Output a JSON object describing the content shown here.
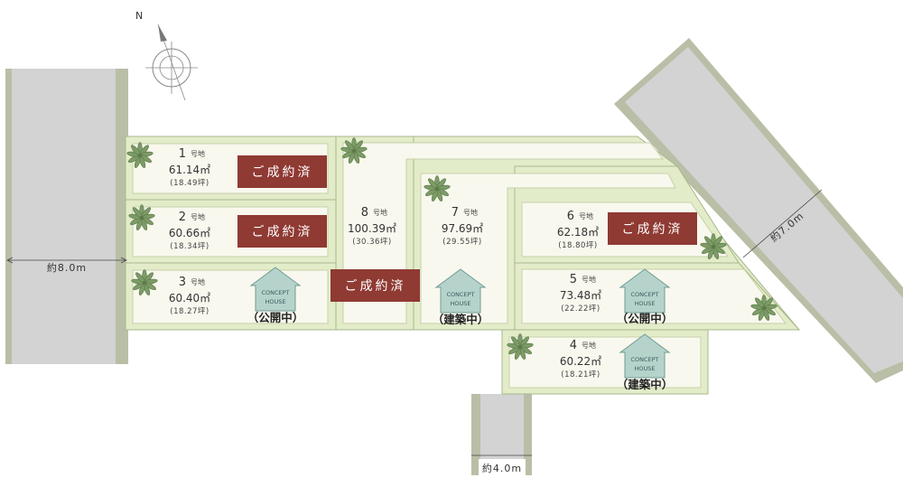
{
  "compass": {
    "north_label": "N"
  },
  "roads": {
    "west": "約8.0m",
    "east": "約7.0m",
    "south": "約4.0m"
  },
  "lots": [
    {
      "id": 1,
      "number": "1",
      "suffix": "号地",
      "area": "61.14㎡",
      "tsubo": "(18.49坪)",
      "sold": true,
      "sold_label": "ご成約済"
    },
    {
      "id": 2,
      "number": "2",
      "suffix": "号地",
      "area": "60.66㎡",
      "tsubo": "(18.34坪)",
      "sold": true,
      "sold_label": "ご成約済"
    },
    {
      "id": 3,
      "number": "3",
      "suffix": "号地",
      "area": "60.40㎡",
      "tsubo": "(18.27坪)",
      "house": true,
      "house_line1": "CONCEPT",
      "house_line2": "HOUSE",
      "status": "（公開中）"
    },
    {
      "id": 4,
      "number": "4",
      "suffix": "号地",
      "area": "60.22㎡",
      "tsubo": "(18.21坪)",
      "house": true,
      "house_line1": "CONCEPT",
      "house_line2": "HOUSE",
      "status": "（建築中）"
    },
    {
      "id": 5,
      "number": "5",
      "suffix": "号地",
      "area": "73.48㎡",
      "tsubo": "(22.22坪)",
      "house": true,
      "house_line1": "CONCEPT",
      "house_line2": "HOUSE",
      "status": "（公開中）"
    },
    {
      "id": 6,
      "number": "6",
      "suffix": "号地",
      "area": "62.18㎡",
      "tsubo": "(18.80坪)",
      "sold": true,
      "sold_label": "ご成約済"
    },
    {
      "id": 7,
      "number": "7",
      "suffix": "号地",
      "area": "97.69㎡",
      "tsubo": "(29.55坪)",
      "house": true,
      "house_line1": "CONCEPT",
      "house_line2": "HOUSE",
      "status": "（建築中）"
    },
    {
      "id": 8,
      "number": "8",
      "suffix": "号地",
      "area": "100.39㎡",
      "tsubo": "(30.36坪)",
      "sold": true,
      "sold_label": "ご成約済"
    }
  ],
  "colors": {
    "road_fill": "#d3d3d3",
    "road_edge": "#b9bfa6",
    "lot_outer": "#e3ecc9",
    "lot_inner": "#f9f8ee",
    "lot_stroke": "#a9b78d",
    "sold_fill": "#8f3a33",
    "house_fill": "#b6d3cb",
    "house_stroke": "#6f9c95"
  }
}
